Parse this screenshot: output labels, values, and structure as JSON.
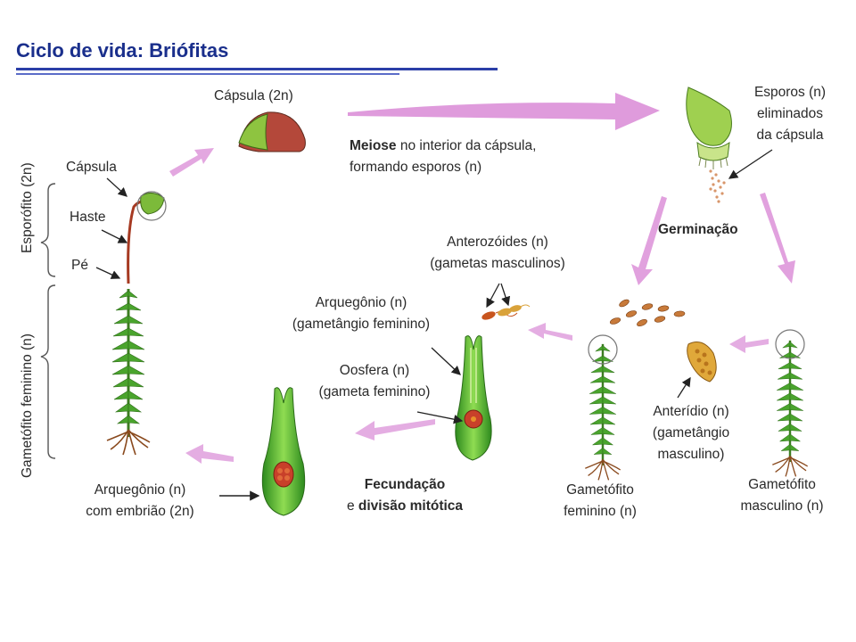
{
  "title": "Ciclo de vida: Briófitas",
  "colors": {
    "title": "#1a2f8c",
    "arrow": "#d98ad6",
    "plant": "#3e9a2a",
    "stem": "#a63a22"
  },
  "labels": {
    "esporofito": "Esporófito (2n)",
    "gametofito_feminino_side": "Gametófito feminino (n)",
    "capsula": "Cápsula",
    "haste": "Haste",
    "pe": "Pé",
    "capsula_2n": "Cápsula (2n)",
    "meiose_bold": "Meiose",
    "meiose_rest": " no interior da cápsula,",
    "meiose_line2": "formando esporos (n)",
    "esporos_l1": "Esporos (n)",
    "esporos_l2": "eliminados",
    "esporos_l3": "da cápsula",
    "germinacao": "Germinação",
    "anterozoides_l1": "Anterozóides (n)",
    "anterozoides_l2": "(gametas masculinos)",
    "arquegonio_l1": "Arquegônio (n)",
    "arquegonio_l2": "(gametângio feminino)",
    "oosfera_l1": "Oosfera (n)",
    "oosfera_l2": "(gameta feminino)",
    "anteridio_l1": "Anterídio (n)",
    "anteridio_l2": "(gametângio",
    "anteridio_l3": "masculino)",
    "gam_fem_l1": "Gametófito",
    "gam_fem_l2": "feminino (n)",
    "gam_masc_l1": "Gametófito",
    "gam_masc_l2": "masculino (n)",
    "arq_emb_l1": "Arquegônio (n)",
    "arq_emb_l2": "com embrião (2n)",
    "fecundacao": "Fecundação",
    "e_word": "e ",
    "divisao": "divisão mitótica"
  }
}
